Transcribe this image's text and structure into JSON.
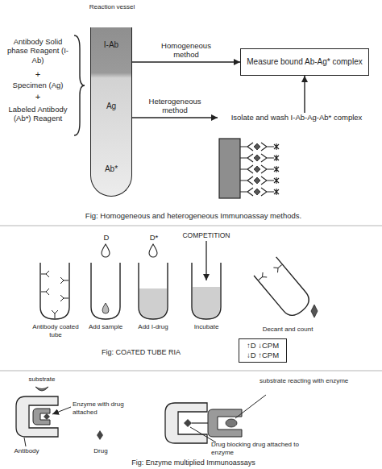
{
  "diagram": {
    "nodes": [
      {
        "text": [
          "Reaction vessel",
          "I-Ab",
          "Ag",
          "Ab*"
        ]
      },
      {
        "text": [
          "Measure bound Ab-Ag* complex"
        ]
      },
      {
        "text": [
          "Isolate and wash I-Ab-Ag-Ab* complex"
        ]
      },
      {
        "text": [
          "↑D ↓CPM",
          "↓D ↑CPM"
        ]
      }
    ],
    "edges": [
      {
        "from": 0,
        "to": 1,
        "label": "Homogeneous method",
        "arrow": "to"
      },
      {
        "from": 0,
        "to": 2,
        "label": "Heterogeneous method",
        "arrow": "to"
      },
      {
        "from": 2,
        "to": 1,
        "arrow": "to"
      }
    ],
    "labels": [
      "Antibody Solid phase Reagent (I-Ab)",
      "+",
      "Specimen (Ag)",
      "+",
      "Labeled Antibody (Ab*) Reagent",
      "Fig: Homogeneous and heterogeneous Immunoassay methods.",
      "D",
      "D*",
      "COMPETITION",
      "Antibody coated tube",
      "Add sample",
      "Add I-drug",
      "Incubate",
      "Decant and count",
      "Fig: COATED TUBE RIA",
      "substrate",
      "Enzyme with drug attached",
      "Antibody",
      "Drug",
      "substrate reacting with enzyme",
      "Drug blocking drug attached to enzyme",
      "Fig: Enzyme multiplied Immunoassays"
    ]
  }
}
